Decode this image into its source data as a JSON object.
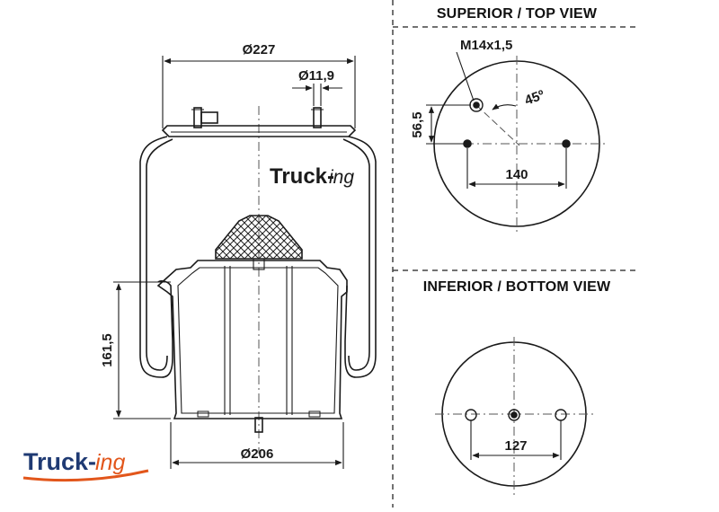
{
  "brand": {
    "logo_text_main": "Truck-",
    "logo_text_suffix": "ing",
    "primary_color": "#1f3a73",
    "accent_color": "#e2561b"
  },
  "side_view": {
    "dim_top_diameter": "Ø227",
    "dim_hole_diameter": "Ø11,9",
    "dim_height": "161,5",
    "dim_bottom_diameter": "Ø206"
  },
  "top_view": {
    "title": "SUPERIOR / TOP VIEW",
    "thread_label": "M14x1,5",
    "offset_label": "56,5",
    "angle_label": "45º",
    "spacing_label": "140"
  },
  "bottom_view": {
    "title": "INFERIOR / BOTTOM VIEW",
    "spacing_label": "127"
  },
  "colors": {
    "line": "#1a1a1a",
    "dash": "#555555"
  }
}
